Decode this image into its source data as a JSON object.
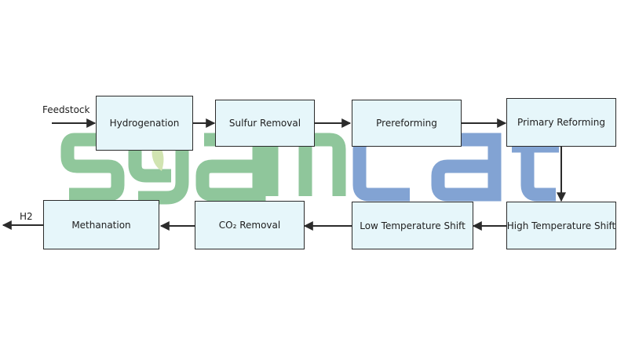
{
  "colors": {
    "box_fill": "#e6f6fa",
    "box_border": "#2b2b2b",
    "arrow": "#2b2b2b",
    "watermark_green": "#7cbd8a",
    "watermark_blue": "#6d94cc"
  },
  "input_label": "Feedstock",
  "output_label": "H2",
  "watermark": "SYAMCAT",
  "steps": {
    "hydrogenation": "Hydrogenation",
    "sulfur_removal": "Sulfur Removal",
    "prereforming": "Prereforming",
    "primary_reforming": "Primary Reforming",
    "high_temperature_shift": "High Temperature Shift",
    "low_temperature_shift": "Low Temperature Shift",
    "co2_removal": "CO₂ Removal",
    "methanation": "Methanation"
  }
}
